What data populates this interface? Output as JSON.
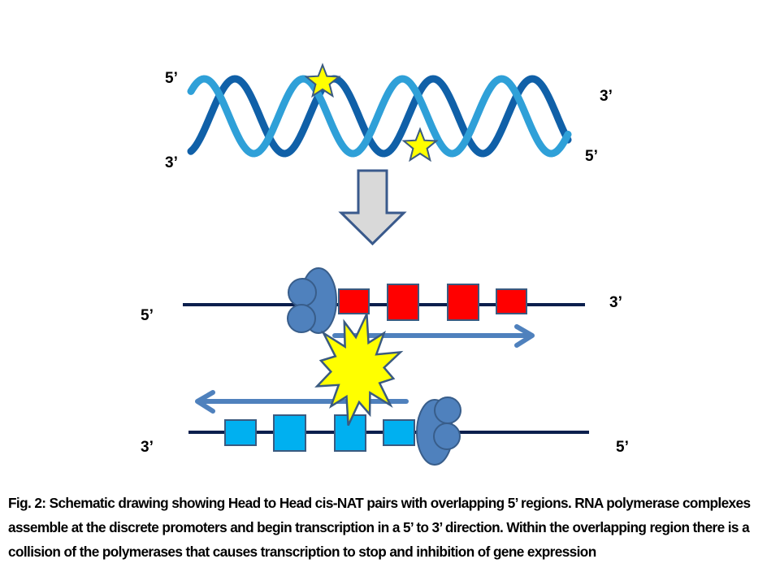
{
  "figure": {
    "dna_labels": {
      "top_left": "5’",
      "bottom_left": "3’",
      "top_right": "3’",
      "bottom_right": "5’"
    },
    "gene_labels": {
      "top_left": "5’",
      "top_right": "3’",
      "bottom_left": "3’",
      "bottom_right": "5’"
    },
    "colors": {
      "helix_dark": "#1060A8",
      "helix_light": "#2FA0D8",
      "star_fill": "#FFFF00",
      "star_stroke": "#3A5A80",
      "arrow_fill": "#D9D9D9",
      "arrow_stroke": "#3A5A8C",
      "dna_line": "#0B1F4D",
      "exon_top": "#FF0000",
      "exon_bottom": "#00B0F0",
      "exon_stroke": "#3A5A80",
      "polymerase": "#4F81BD",
      "transcription_arrow": "#4F81BD",
      "collision": "#FFFF00"
    }
  },
  "caption": {
    "label": "Fig. 2:",
    "text": "  Schematic drawing showing Head to Head cis-NAT pairs with overlapping 5’ regions.  RNA polymerase complexes assemble at the discrete promoters and begin transcription in a 5’ to 3’ direction.  Within the overlapping region there is a collision of the polymerases that causes transcription to stop and inhibition of gene expression"
  }
}
